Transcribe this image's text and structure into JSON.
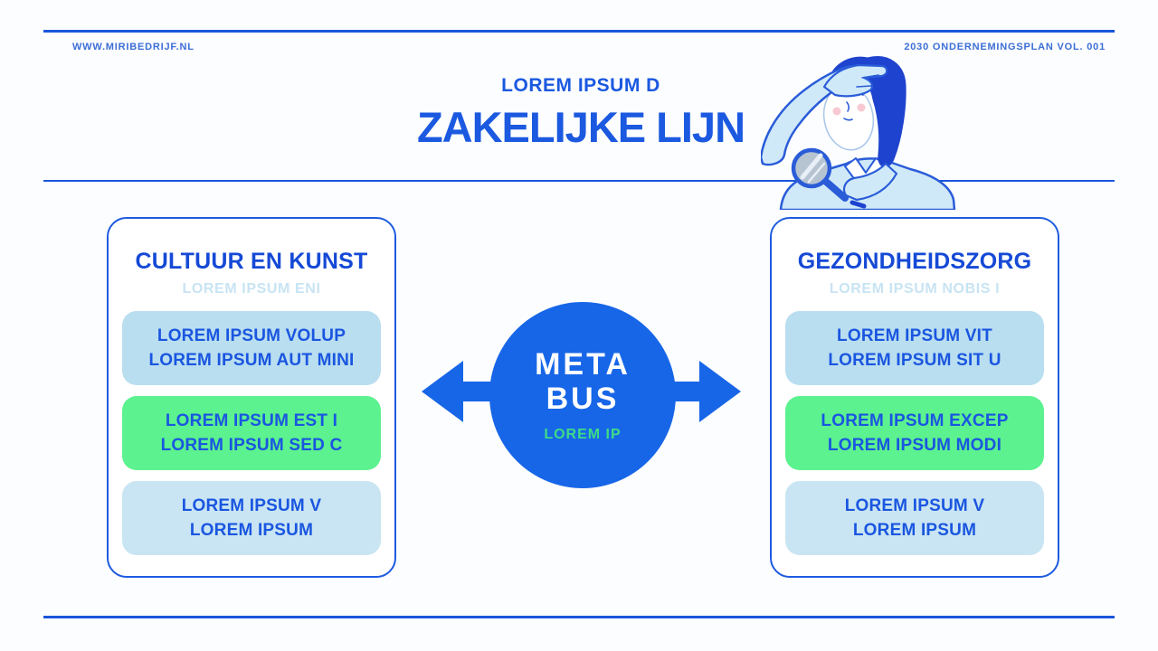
{
  "header": {
    "website": "WWW.MIRIBEDRIJF.NL",
    "edition": "2030 ONDERNEMINGSPLAN VOL. 001",
    "kicker": "LOREM IPSUM D",
    "title": "ZAKELIJKE LIJN"
  },
  "hub": {
    "line1": "META",
    "line2": "BUS",
    "caption": "LOREM IP"
  },
  "cards": {
    "left": {
      "title": "CULTUUR EN KUNST",
      "subtitle": "LOREM IPSUM ENI",
      "items": [
        {
          "line1": "LOREM IPSUM VOLUP",
          "line2": "LOREM IPSUM AUT MINI",
          "variant": "blue"
        },
        {
          "line1": "LOREM IPSUM EST I",
          "line2": "LOREM IPSUM SED C",
          "variant": "green"
        },
        {
          "line1": "LOREM IPSUM V",
          "line2": "LOREM IPSUM",
          "variant": "blue-light"
        }
      ]
    },
    "right": {
      "title": "GEZONDHEIDSZORG",
      "subtitle": "LOREM IPSUM NOBIS I",
      "items": [
        {
          "line1": "LOREM IPSUM VIT",
          "line2": "LOREM IPSUM SIT U",
          "variant": "blue"
        },
        {
          "line1": "LOREM IPSUM EXCEP",
          "line2": "LOREM IPSUM MODI",
          "variant": "green"
        },
        {
          "line1": "LOREM IPSUM V",
          "line2": "LOREM IPSUM",
          "variant": "blue-light"
        }
      ]
    }
  },
  "icons": {
    "illustration": "thinking-person-with-magnifying-glass"
  },
  "colors": {
    "accent_blue": "#1a56db",
    "heading_blue": "#1b59e0",
    "card_title_blue": "#1549d6",
    "pale_subtitle": "#c8e4f3",
    "box_blue": "#b9def0",
    "box_blue_light": "#c9e5f3",
    "box_green": "#5cf28f",
    "box_text_blue": "#1a56e0",
    "hub_circle": "#1766e8",
    "hub_caption_green": "#3fdd85"
  }
}
